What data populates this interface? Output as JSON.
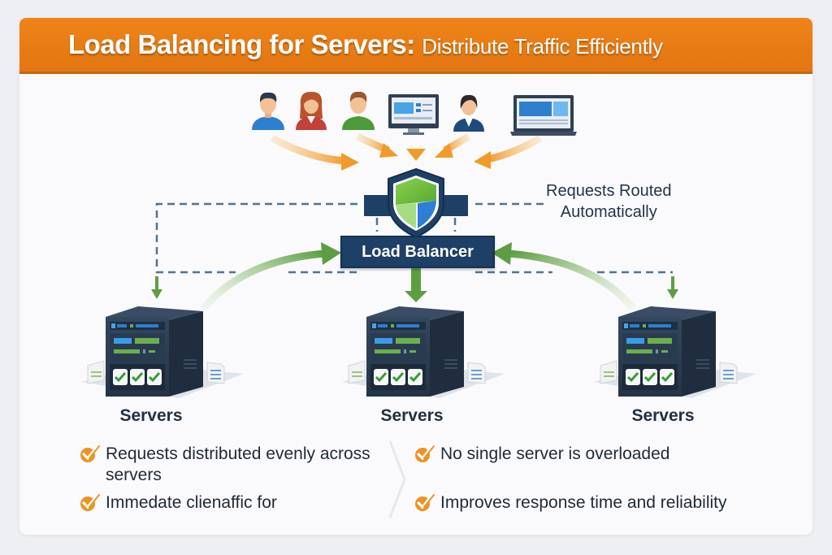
{
  "header": {
    "title_main": "Load Balancing for Servers:",
    "title_sub": "Distribute Traffic Efficiently"
  },
  "clients": [
    {
      "type": "user",
      "name": "user-blue"
    },
    {
      "type": "user",
      "name": "user-red"
    },
    {
      "type": "user",
      "name": "user-green"
    },
    {
      "type": "monitor",
      "name": "desktop-monitor"
    },
    {
      "type": "user",
      "name": "user-navy"
    },
    {
      "type": "laptop",
      "name": "laptop"
    }
  ],
  "annotation": {
    "line1": "Requests Routed",
    "line2": "Automatically"
  },
  "load_balancer": {
    "label": "Load Balancer"
  },
  "servers": [
    {
      "label": "Servers"
    },
    {
      "label": "Servers"
    },
    {
      "label": "Servers"
    }
  ],
  "bullets": [
    {
      "text": "Requests distributed evenly across servers"
    },
    {
      "text": "Immedate clienaffic for"
    },
    {
      "text": "No single server is overloaded"
    },
    {
      "text": "Improves response time and reliability"
    }
  ],
  "colors": {
    "banner": "#e97d15",
    "arrow_orange": "#f0a030",
    "arrow_green": "#6aa84f",
    "navy": "#1e3f66",
    "check_orange": "#eb9422"
  }
}
